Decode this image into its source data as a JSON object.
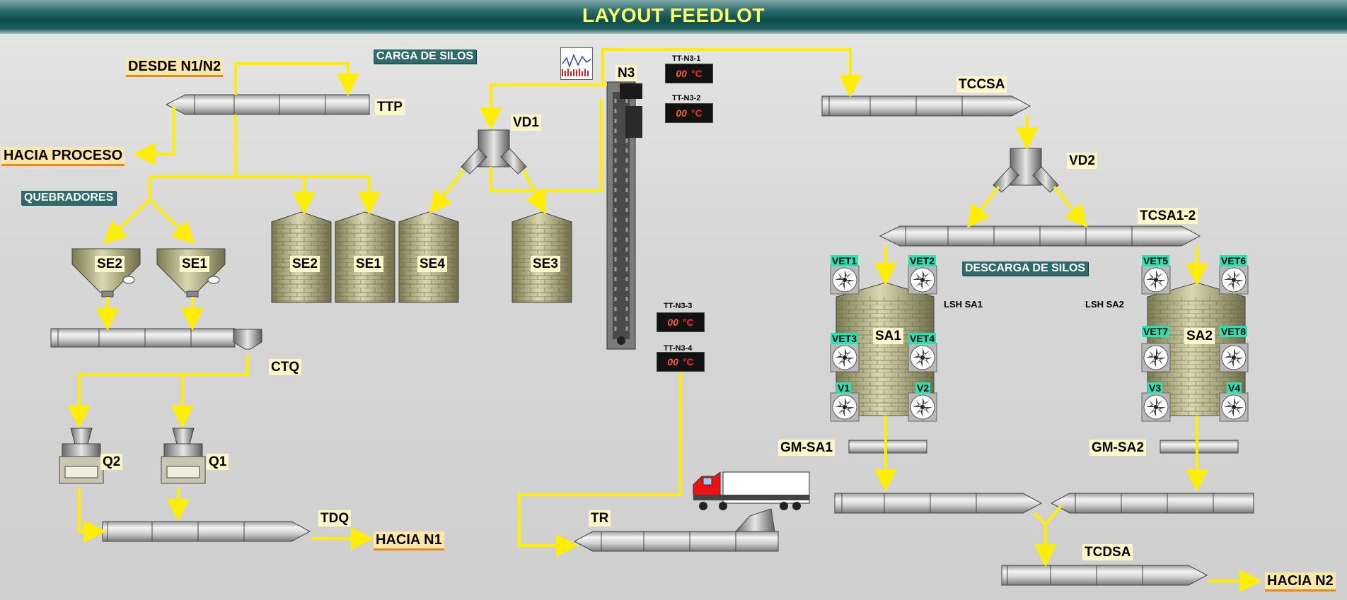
{
  "title": "LAYOUT FEEDLOT",
  "labels": {
    "desde": "DESDE N1/N2",
    "hacia_proceso": "HACIA PROCESO",
    "quebradores": "QUEBRADORES",
    "carga": "CARGA DE SILOS",
    "descarga": "DESCARGA DE SILOS",
    "ttp": "TTP",
    "ctq": "CTQ",
    "tdq": "TDQ",
    "hacia_n1": "HACIA N1",
    "hacia_n2": "HACIA N2",
    "tr": "TR",
    "n3": "N3",
    "vd1": "VD1",
    "vd2": "VD2",
    "tccsa": "TCCSA",
    "tcsa12": "TCSA1-2",
    "tcdsa": "TCDSA",
    "gmsa1": "GM-SA1",
    "gmsa2": "GM-SA2",
    "lsh1": "LSH SA1",
    "lsh2": "LSH SA2",
    "q1": "Q1",
    "q2": "Q2"
  },
  "hoppers": [
    "SE2",
    "SE1"
  ],
  "silos": [
    "SE2",
    "SE1",
    "SE4",
    "SE3"
  ],
  "storage_silos": [
    "SA1",
    "SA2"
  ],
  "fans": [
    "VET1",
    "VET2",
    "VET3",
    "VET4",
    "V1",
    "V2",
    "VET5",
    "VET6",
    "VET7",
    "VET8",
    "V3",
    "V4"
  ],
  "temps": [
    {
      "tag": "TT-N3-1",
      "value": "00",
      "unit": "°C"
    },
    {
      "tag": "TT-N3-2",
      "value": "00",
      "unit": "°C"
    },
    {
      "tag": "TT-N3-3",
      "value": "00",
      "unit": "°C"
    },
    {
      "tag": "TT-N3-4",
      "value": "00",
      "unit": "°C"
    }
  ],
  "colors": {
    "flow": "#ffee00",
    "header": "#0f4c4c",
    "title": "#ffff66",
    "tag_bg": "#ffe7a8",
    "fan_tag": "#2be0b3"
  }
}
